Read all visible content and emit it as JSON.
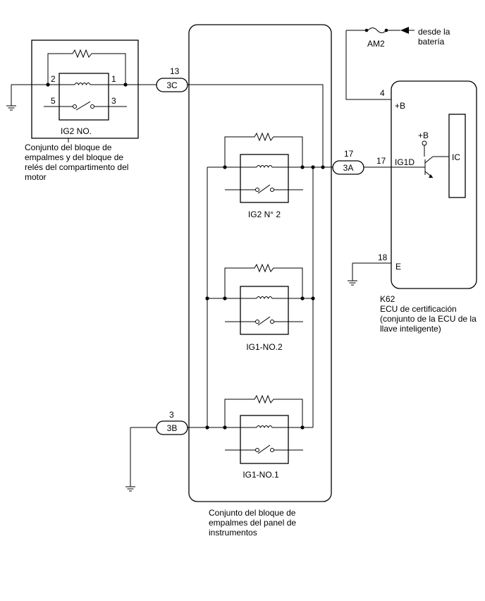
{
  "relay_block_engine": {
    "relay_label": "IG2 NO.",
    "pin_2": "2",
    "pin_1": "1",
    "pin_5": "5",
    "pin_3": "3",
    "description": [
      "Conjunto del bloque de",
      "empalmes y del bloque de",
      "relés del compartimento del",
      "motor"
    ]
  },
  "connectors": {
    "c3C": {
      "pin": "13",
      "name": "3C"
    },
    "c3A": {
      "pin": "17",
      "name": "3A"
    },
    "c3B": {
      "pin": "3",
      "name": "3B"
    }
  },
  "panel_block": {
    "relays": [
      "IG2 N° 2",
      "IG1-NO.2",
      "IG1-NO.1"
    ],
    "description": [
      "Conjunto del bloque de",
      "empalmes del panel de",
      "instrumentos"
    ]
  },
  "battery_feed": {
    "fuse": "AM2",
    "source": [
      "desde la",
      "batería"
    ]
  },
  "ecu": {
    "pin_b": "4",
    "label_b": "+B",
    "pin_ig1d": "17",
    "label_ig1d": "IG1D",
    "pin_e": "18",
    "label_e": "E",
    "ic_label": "IC",
    "inner_b": "+B",
    "code": "K62",
    "description": [
      "ECU de certificación",
      "(conjunto de la ECU de la",
      "llave inteligente)"
    ]
  }
}
